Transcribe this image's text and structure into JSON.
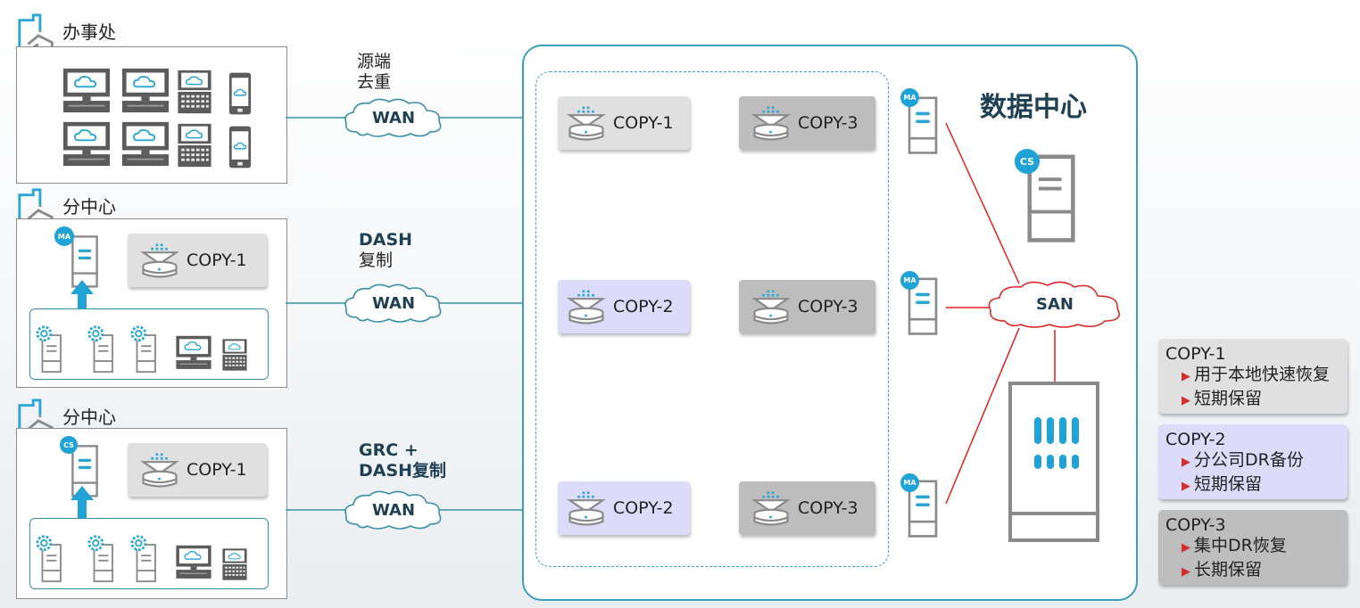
{
  "sites": [
    {
      "label": "办事处"
    },
    {
      "label": "分中心"
    },
    {
      "label": "分中心"
    }
  ],
  "site_servers": [
    {
      "badge": "MA",
      "copy_label": "COPY-1"
    },
    {
      "badge": "CS",
      "copy_label": "COPY-1"
    }
  ],
  "links": [
    {
      "label_line1": "源端",
      "label_line2": "去重",
      "cloud": "WAN"
    },
    {
      "label_line1": "DASH",
      "label_line2": "复制",
      "cloud": "WAN"
    },
    {
      "label_line1": "GRC  +",
      "label_line2": "DASH复制",
      "cloud": "WAN"
    }
  ],
  "datacenter": {
    "title": "数据中心",
    "rows": [
      {
        "left": "COPY-1",
        "right": "COPY-3"
      },
      {
        "left": "COPY-2",
        "right": "COPY-3"
      },
      {
        "left": "COPY-2",
        "right": "COPY-3"
      }
    ],
    "ma_badge": "MA",
    "cs_badge": "CS",
    "san_label": "SAN"
  },
  "legend": [
    {
      "title": "COPY-1",
      "items": [
        "用于本地快速恢复",
        "短期保留"
      ]
    },
    {
      "title": "COPY-2",
      "items": [
        "分公司DR备份",
        "短期保留"
      ]
    },
    {
      "title": "COPY-3",
      "items": [
        "集中DR恢复",
        "长期保留"
      ]
    }
  ],
  "colors": {
    "accent": "#1fa3d6",
    "link_line": "#3a8fa8",
    "san_line": "#e02020",
    "copy1_bg": "#e0e0e0",
    "copy2_bg": "#dcdcfa",
    "copy3_bg": "#bdbdbd"
  }
}
